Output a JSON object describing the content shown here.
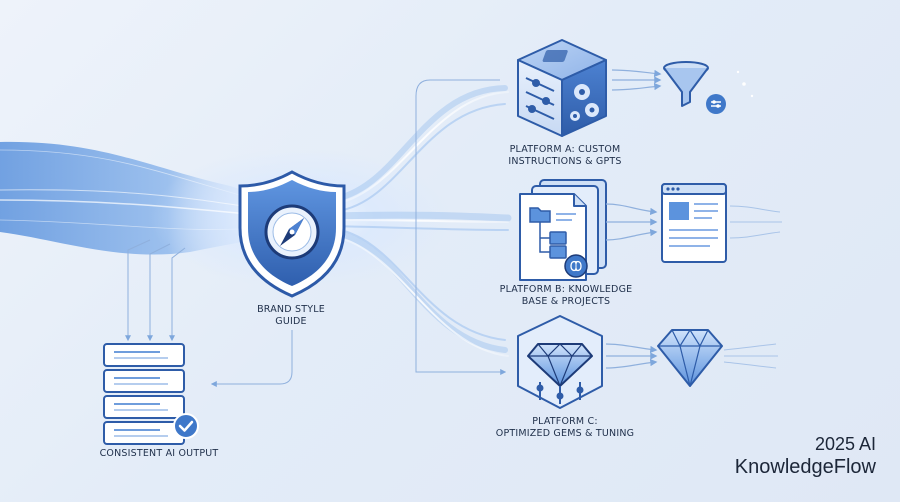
{
  "center": {
    "label_line1": "BRAND STYLE",
    "label_line2": "GUIDE"
  },
  "platforms": [
    {
      "id": "a",
      "label_line1": "PLATFORM A: CUSTOM",
      "label_line2": "INSTRUCTIONS & GPTs"
    },
    {
      "id": "b",
      "label_line1": "PLATFORM B: KNOWLEDGE",
      "label_line2": "BASE & PROJECTS"
    },
    {
      "id": "c",
      "label_line1": "PLATFORM C:",
      "label_line2": "OPTIMIZED GEMS & TUNING"
    }
  ],
  "output": {
    "label": "CONSISTENT AI OUTPUT"
  },
  "branding": {
    "line1": "2025 AI",
    "line2": "KnowledgeFlow"
  },
  "icons": [
    "compass-shield-icon",
    "gears-cube-icon",
    "funnel-icon",
    "settings-badge-icon",
    "document-stack-icon",
    "brain-icon",
    "layout-window-icon",
    "diamond-icon",
    "check-badge-icon"
  ],
  "colors": {
    "accent": "#3f78c9",
    "dark": "#1d3b78",
    "light": "#cfe0f6",
    "stream": "#6fa6e6"
  }
}
